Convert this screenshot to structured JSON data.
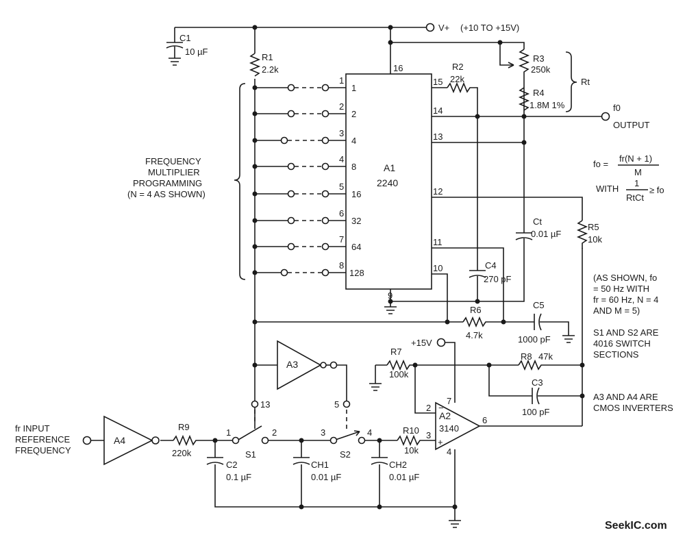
{
  "labels": {
    "vplus": "V+",
    "vplus_range": "(+10 TO +15V)",
    "c1_name": "C1",
    "c1_value": "10 µF",
    "r1_name": "R1",
    "r1_value": "2.2k",
    "r2_name": "R2",
    "r2_value": "22k",
    "r3_name": "R3",
    "r3_value": "250k",
    "r4_name": "R4",
    "r4_value": "1.8M 1%",
    "rt": "Rt",
    "f0": "f0",
    "output": "OUTPUT",
    "a1_name": "A1",
    "a1_part": "2240",
    "prog_title": [
      "FREQUENCY",
      "MULTIPLIER",
      "PROGRAMMING",
      "(N = 4 AS SHOWN)"
    ],
    "ct_name": "Ct",
    "ct_value": "0.01 µF",
    "r5_name": "R5",
    "r5_value": "10k",
    "c4_name": "C4",
    "c4_value": "270 pF",
    "r6_name": "R6",
    "r6_value": "4.7k",
    "c5_name": "C5",
    "c5_value": "1000 pF",
    "a3_name": "A3",
    "a4_name": "A4",
    "plus15": "+15V",
    "r7_name": "R7",
    "r7_value": "100k",
    "r8_name": "R8",
    "r8_value": "47k",
    "c3_name": "C3",
    "c3_value": "100 pF",
    "a2_name": "A2",
    "a2_part": "3140",
    "r9_name": "R9",
    "r9_value": "220k",
    "r10_name": "R10",
    "r10_value": "10k",
    "c2_name": "C2",
    "c2_value": "0.1 µF",
    "ch1_name": "CH1",
    "ch1_value": "0.01 µF",
    "ch2_name": "CH2",
    "ch2_value": "0.01 µF",
    "s1": "S1",
    "s2": "S2",
    "input_title": [
      "fr INPUT",
      "REFERENCE",
      "FREQUENCY"
    ],
    "note_formula_lhs": "fo =",
    "note_formula_num": "fr(N + 1)",
    "note_formula_den": "M",
    "note_with": "WITH",
    "note_cond_num": "1",
    "note_cond_den": "RtCt",
    "note_cond_rhs": "≥ fo",
    "note_example": [
      "(AS SHOWN, fo",
      "= 50 Hz WITH",
      "fr = 60 Hz, N = 4",
      "AND M = 5)"
    ],
    "note_switch": [
      "S1 AND S2 ARE",
      "4016 SWITCH",
      "SECTIONS"
    ],
    "note_inverters": [
      "A3 AND A4 ARE",
      "CMOS INVERTERS"
    ],
    "watermark": "SeekIC.com"
  },
  "a1_pins": {
    "left_numbers": [
      "1",
      "2",
      "4",
      "8",
      "16",
      "32",
      "64",
      "128"
    ],
    "switch_numbers": [
      "1",
      "2",
      "3",
      "4",
      "5",
      "6",
      "7",
      "8"
    ],
    "right_numbers": [
      "15",
      "14",
      "13",
      "12",
      "11",
      "10"
    ],
    "top": "16",
    "bottom": "9"
  },
  "a2_pins": {
    "p2": "2",
    "p3": "3",
    "p4": "4",
    "p6": "6",
    "p7": "7",
    "minus": "−",
    "plus": "+"
  },
  "switch_pins": {
    "s1_in": "1",
    "s1_out": "2",
    "s2_in": "3",
    "s2_out": "4",
    "a3_in": "13",
    "a3_out": "5"
  }
}
